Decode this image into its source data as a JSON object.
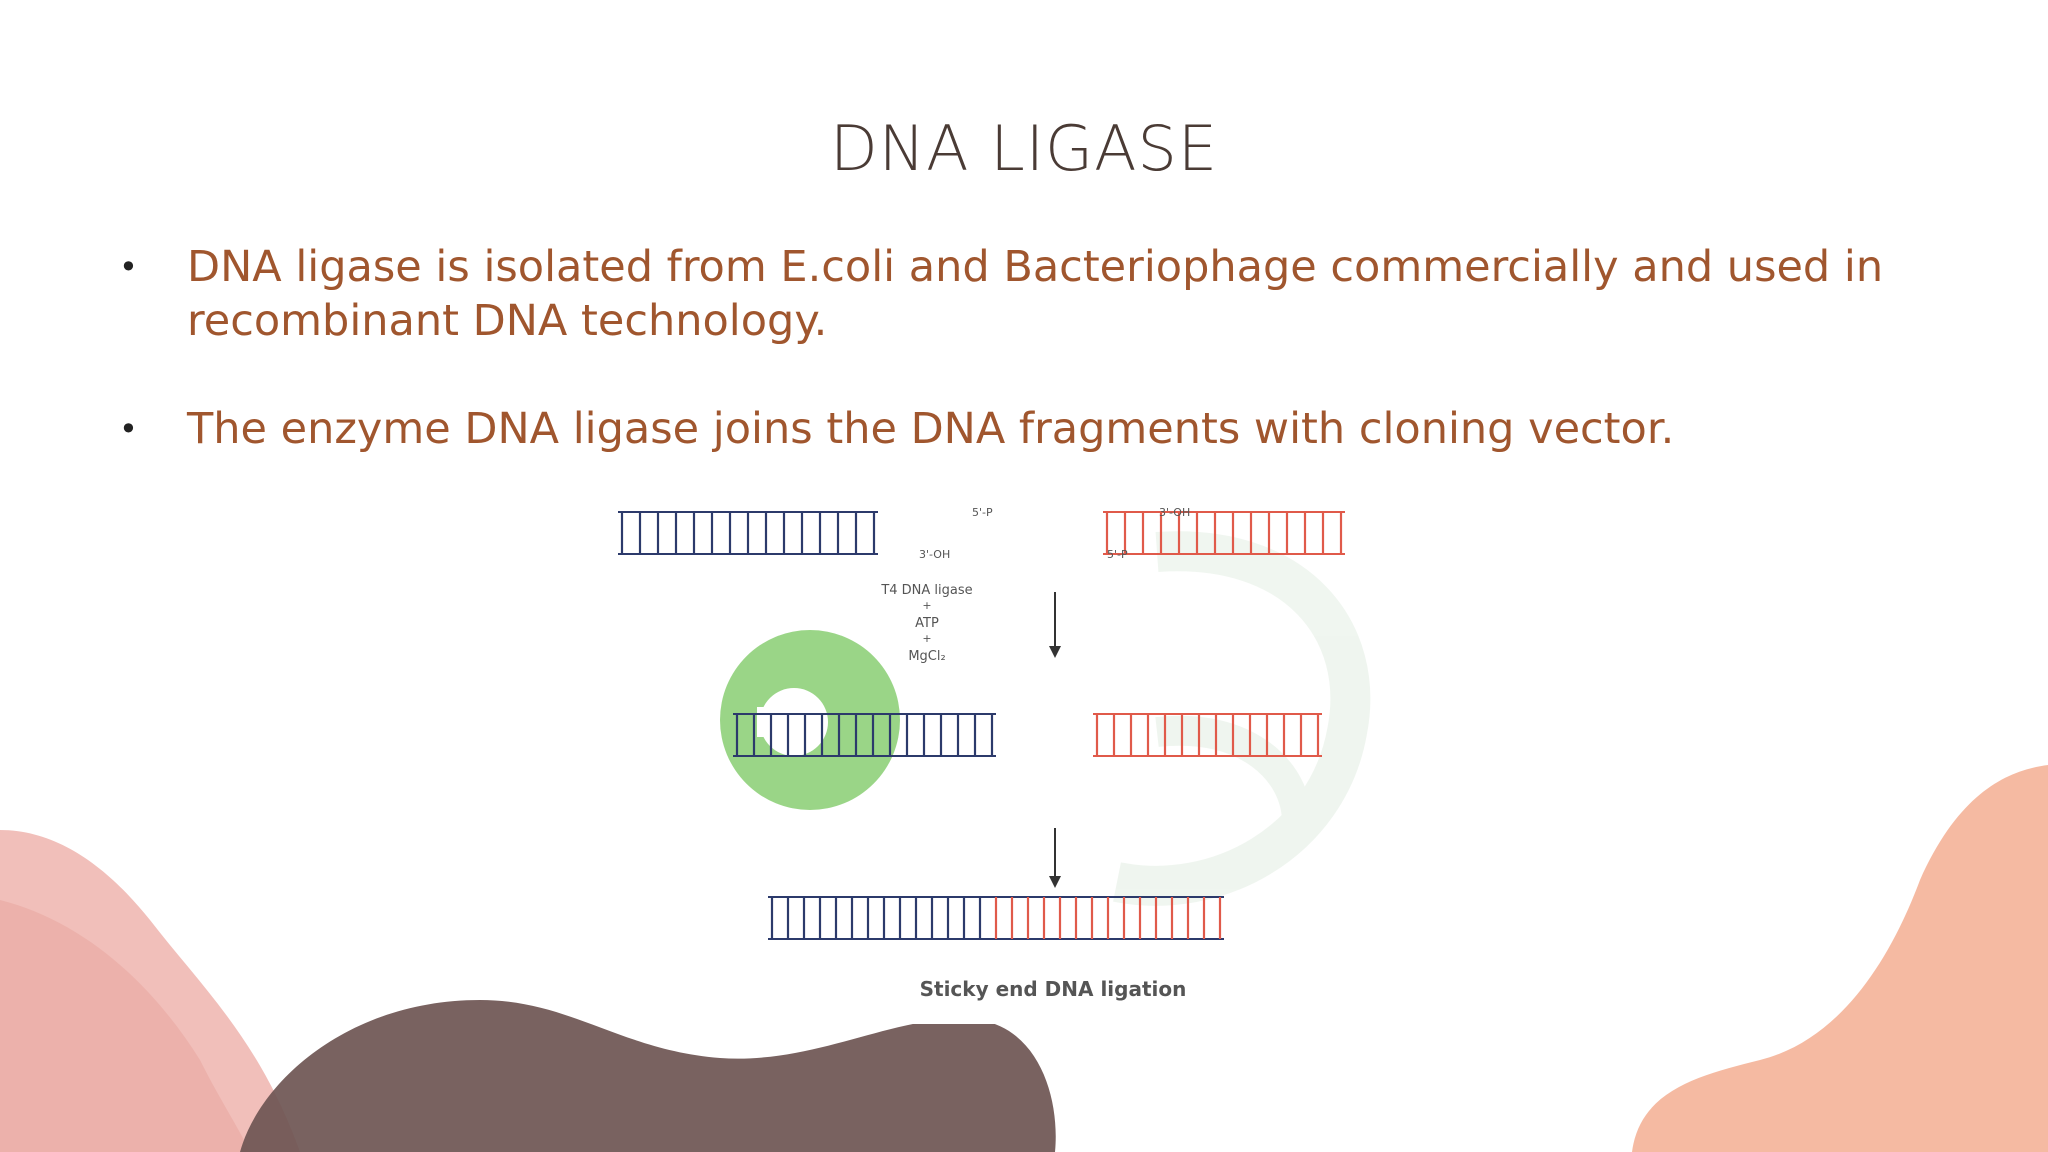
{
  "slide": {
    "title": "DNA LIGASE",
    "bullets": [
      "DNA ligase is isolated from E.coli and Bacteriophage commercially and used in recombinant DNA technology.",
      "The enzyme DNA ligase joins the DNA fragments with cloning vector."
    ]
  },
  "figure": {
    "label_5p_top": "5'-P",
    "label_3oh_left": "3'-OH",
    "label_3oh_right": "3'-OH",
    "label_5p_right": "5'-P",
    "reagent_1": "T4 DNA ligase",
    "plus_1": "+",
    "reagent_2": "ATP",
    "plus_2": "+",
    "reagent_3": "MgCl₂",
    "caption": "Sticky end DNA ligation"
  },
  "colors": {
    "title": "#4a3b35",
    "bullet_text": "#a0562e",
    "blob_pink": "#f0b8b2",
    "blob_brown": "#6e5552",
    "blob_peach": "#f4b49a",
    "enzyme_green": "#8fd07a",
    "strand_blue": "#2c3a6b",
    "strand_red": "#e05a4a"
  }
}
